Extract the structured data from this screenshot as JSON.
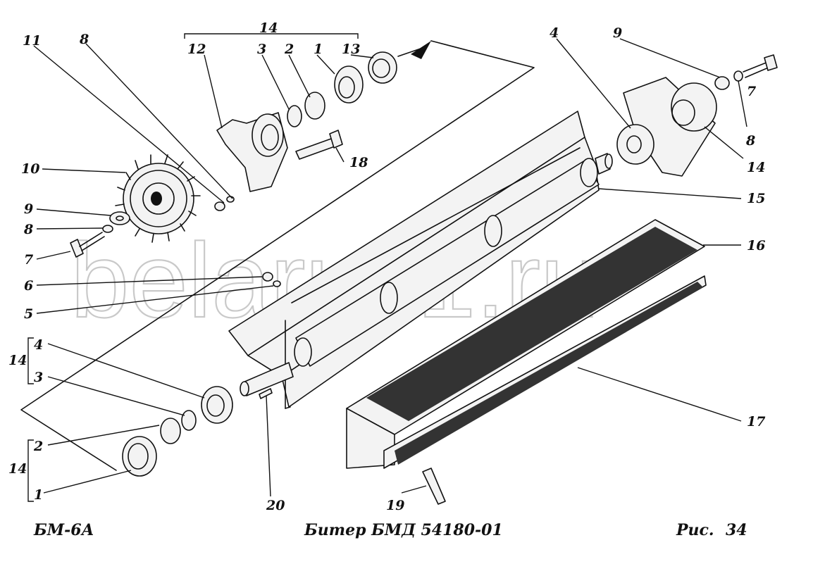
{
  "figure": {
    "model": "БМ-6А",
    "title": "Битер БМД 54180-01",
    "figure_label": "Рис.",
    "figure_number": "34",
    "watermark": "belarus1.ru"
  },
  "callouts": {
    "c11": "11",
    "c8_top": "8",
    "c14_top": "14",
    "c12": "12",
    "c3_top": "3",
    "c2_top": "2",
    "c1_top": "1",
    "c13": "13",
    "c4_right": "4",
    "c9_right": "9",
    "c7_right": "7",
    "c8_right": "8",
    "c14_right": "14",
    "c15": "15",
    "c10": "10",
    "c9_left": "9",
    "c8_left": "8",
    "c7_left": "7",
    "c6": "6",
    "c5": "5",
    "c18": "18",
    "c16": "16",
    "c17": "17",
    "c4_left": "4",
    "c3_left": "3",
    "c14_left_a": "14",
    "c2_left": "2",
    "c1_left": "1",
    "c14_left_b": "14",
    "c20": "20",
    "c19": "19"
  },
  "colors": {
    "ink": "#111111",
    "watermark": "#c9c9c9",
    "background": "#ffffff"
  }
}
